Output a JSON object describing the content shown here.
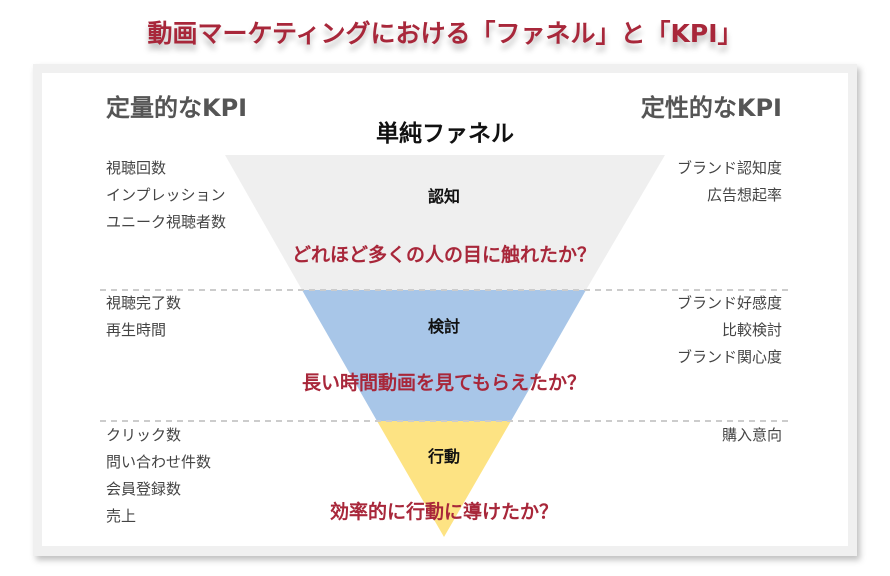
{
  "title": "動画マーケティングにおける「ファネル」と「KPI」",
  "left_heading": "定量的なKPI",
  "right_heading": "定性的なKPI",
  "funnel_title": "単純ファネル",
  "stages": [
    {
      "name": "認知",
      "question": "どれほど多くの人の目に触れたか？",
      "color": "#efefef",
      "left_kpis": [
        "視聴回数",
        "インプレッション",
        "ユニーク視聴者数"
      ],
      "right_kpis": [
        "ブランド認知度",
        "広告想起率"
      ]
    },
    {
      "name": "検討",
      "question": "長い時間動画を見てもらえたか？",
      "color": "#a8c6e8",
      "left_kpis": [
        "視聴完了数",
        "再生時間"
      ],
      "right_kpis": [
        "ブランド好感度",
        "比較検討",
        "ブランド関心度"
      ]
    },
    {
      "name": "行動",
      "question": "効率的に行動に導けたか？",
      "color": "#fde383",
      "left_kpis": [
        "クリック数",
        "問い合わせ件数",
        "会員登録数",
        "売上"
      ],
      "right_kpis": [
        "購入意向"
      ]
    }
  ]
}
